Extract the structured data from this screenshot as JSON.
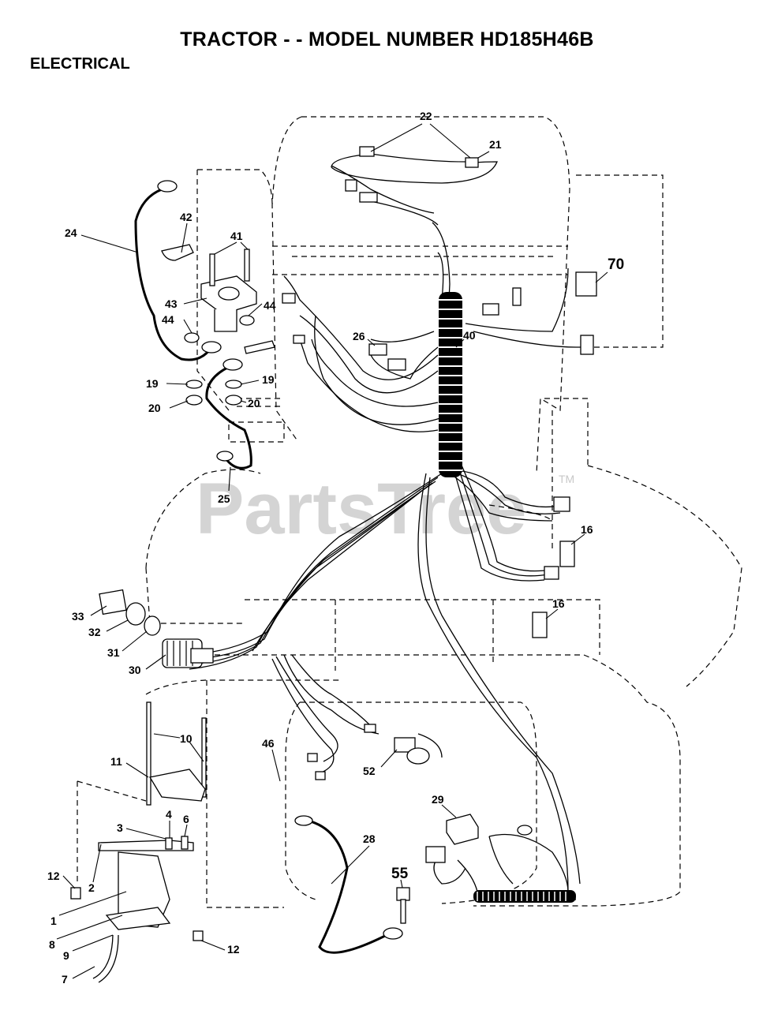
{
  "header": {
    "title": "TRACTOR - - MODEL NUMBER HD185H46B",
    "section": "ELECTRICAL"
  },
  "watermark": {
    "text": "PartsTree",
    "trademark": "TM"
  },
  "callouts": {
    "c1": "1",
    "c2": "2",
    "c3": "3",
    "c4": "4",
    "c6": "6",
    "c7": "7",
    "c8": "8",
    "c9": "9",
    "c10": "10",
    "c11": "11",
    "c12a": "12",
    "c12b": "12",
    "c16a": "16",
    "c16b": "16",
    "c19a": "19",
    "c19b": "19",
    "c20a": "20",
    "c20b": "20",
    "c21": "21",
    "c22": "22",
    "c24": "24",
    "c25": "25",
    "c26": "26",
    "c28": "28",
    "c29": "29",
    "c30": "30",
    "c31": "31",
    "c32": "32",
    "c33": "33",
    "c40": "40",
    "c41": "41",
    "c42": "42",
    "c43": "43",
    "c44a": "44",
    "c44b": "44",
    "c46": "46",
    "c52": "52",
    "c55": "55",
    "c70": "70"
  }
}
